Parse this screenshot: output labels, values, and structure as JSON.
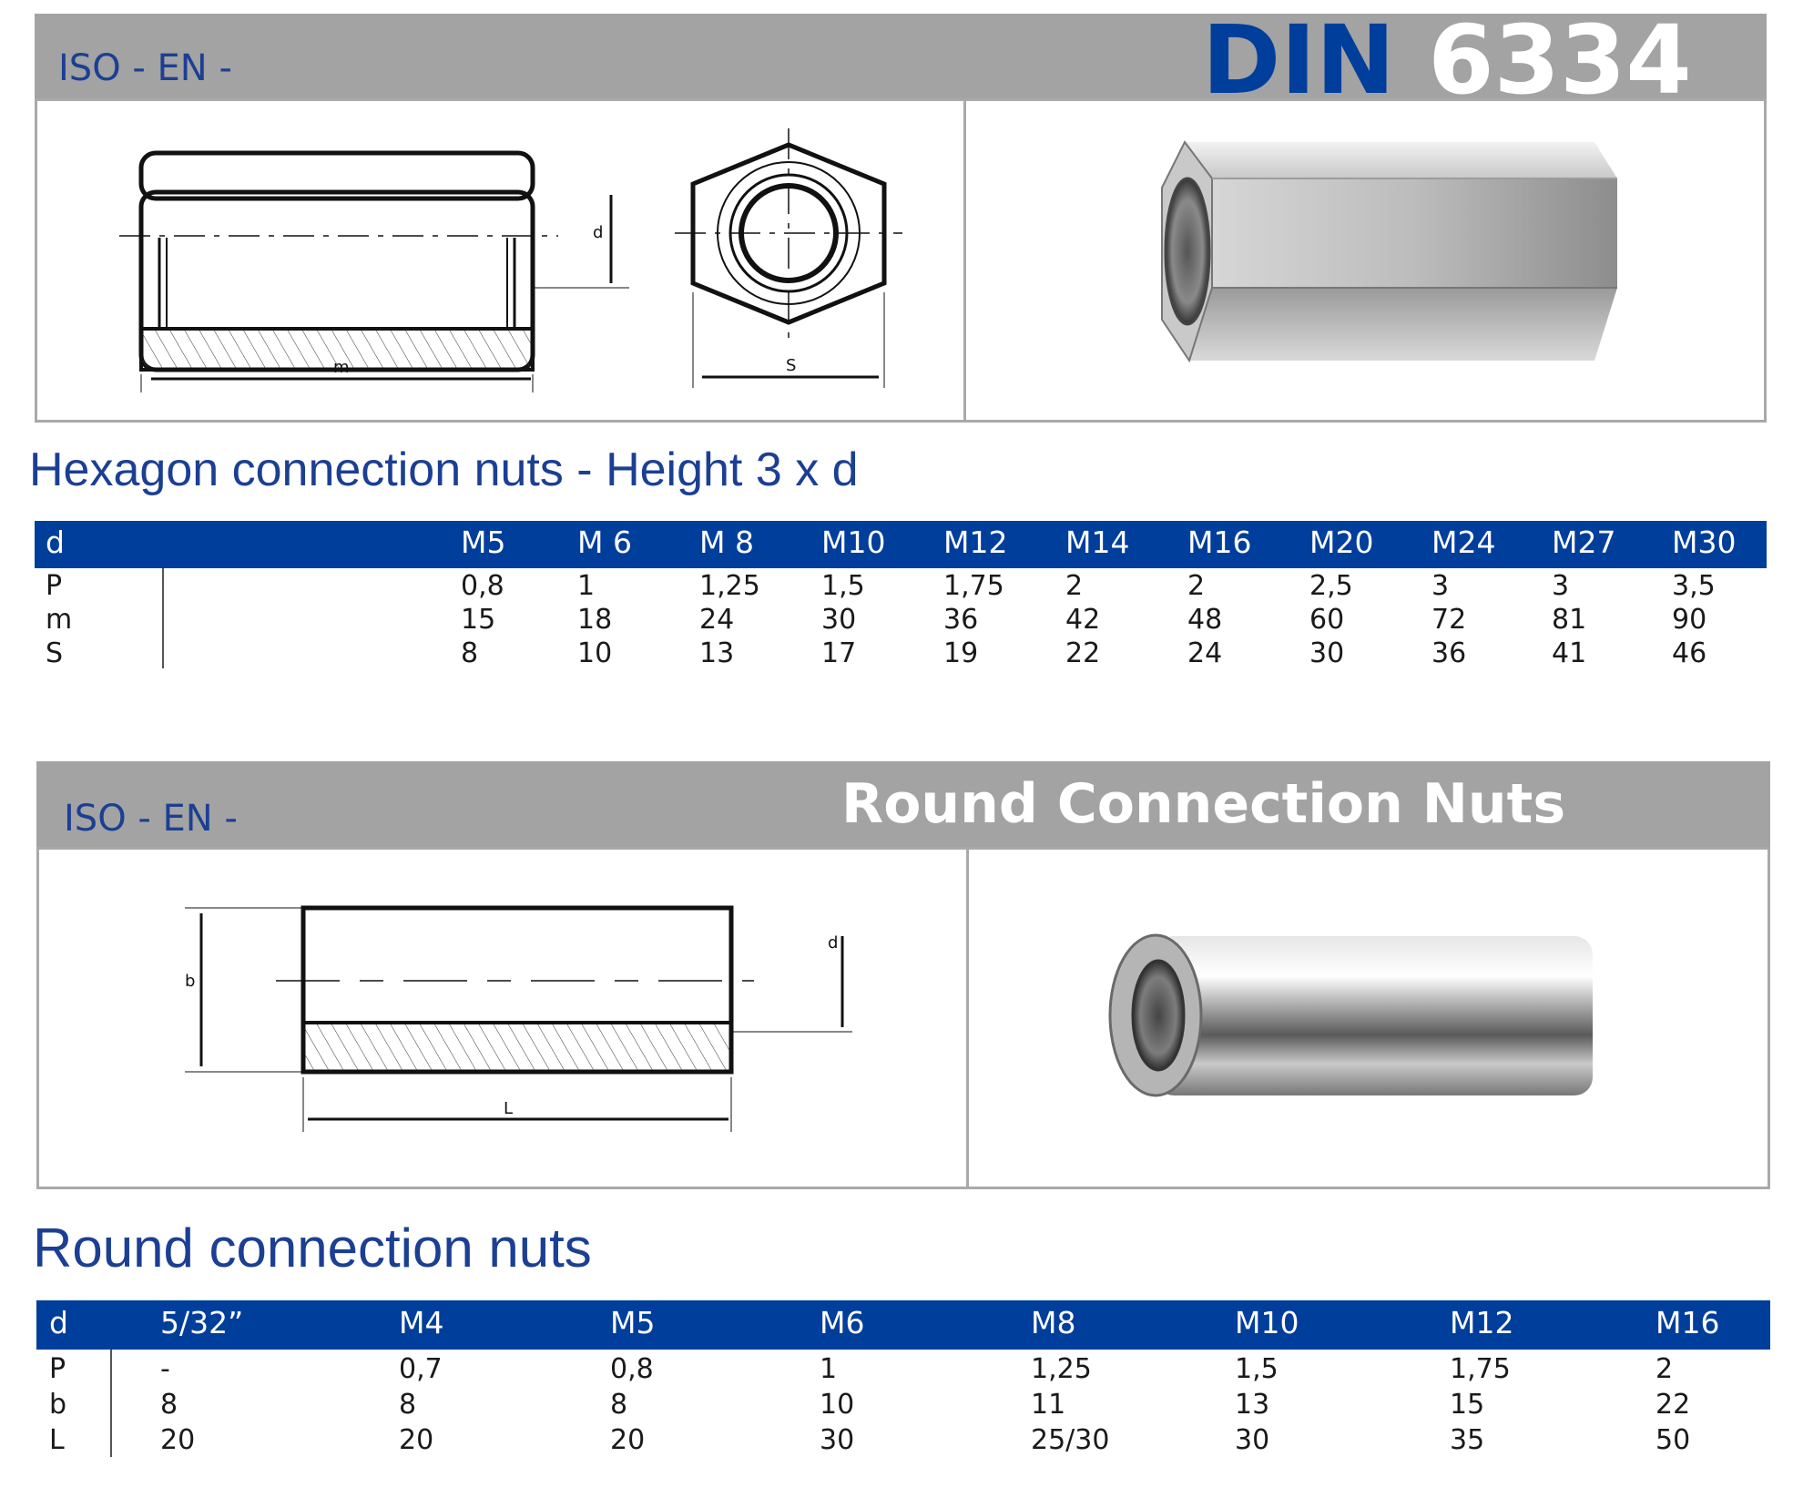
{
  "hex": {
    "iso_label": "ISO - EN -",
    "din_word": "DIN",
    "din_number": "6334",
    "section_title": "Hexagon connection nuts - Height 3 x d",
    "drawing_labels": {
      "d": "d",
      "m": "m",
      "s": "S"
    },
    "table": {
      "header_label": "d",
      "columns": [
        "M5",
        "M 6",
        "M 8",
        "M10",
        "M12",
        "M14",
        "M16",
        "M20",
        "M24",
        "M27",
        "M30"
      ],
      "rows": [
        {
          "label": "P",
          "values": [
            "0,8",
            "1",
            "1,25",
            "1,5",
            "1,75",
            "2",
            "2",
            "2,5",
            "3",
            "3",
            "3,5"
          ]
        },
        {
          "label": "m",
          "values": [
            "15",
            "18",
            "24",
            "30",
            "36",
            "42",
            "48",
            "60",
            "72",
            "81",
            "90"
          ]
        },
        {
          "label": "S",
          "values": [
            "8",
            "10",
            "13",
            "17",
            "19",
            "22",
            "24",
            "30",
            "36",
            "41",
            "46"
          ]
        }
      ]
    }
  },
  "round": {
    "iso_label": "ISO - EN -",
    "banner_title": "Round Connection Nuts",
    "section_title": "Round connection nuts",
    "drawing_labels": {
      "b": "b",
      "d": "d",
      "l": "L"
    },
    "table": {
      "header_label": "d",
      "columns": [
        "5/32”",
        "M4",
        "M5",
        "M6",
        "M8",
        "M10",
        "M12",
        "M16"
      ],
      "rows": [
        {
          "label": "P",
          "values": [
            "-",
            "0,7",
            "0,8",
            "1",
            "1,25",
            "1,5",
            "1,75",
            "2"
          ]
        },
        {
          "label": "b",
          "values": [
            "8",
            "8",
            "8",
            "10",
            "11",
            "13",
            "15",
            "22"
          ]
        },
        {
          "label": "L",
          "values": [
            "20",
            "20",
            "20",
            "30",
            "25/30",
            "30",
            "35",
            "50"
          ]
        }
      ]
    }
  },
  "colors": {
    "brand_blue": "#1b3f93",
    "table_header": "#003e9c",
    "banner_gray": "#a3a3a3"
  }
}
